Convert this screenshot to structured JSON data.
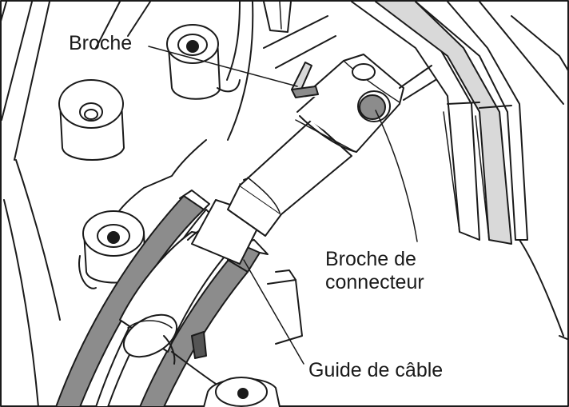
{
  "labels": {
    "broche": "Broche",
    "broche_connecteur_line1": "Broche de",
    "broche_connecteur_line2": "connecteur",
    "guide_cable": "Guide de câble"
  },
  "colors": {
    "outline": "#1a1a1a",
    "fill": "#ffffff",
    "part_gray": "#8c8c8c",
    "shade_light": "#d9d9d9",
    "shade_dark": "#555555"
  }
}
